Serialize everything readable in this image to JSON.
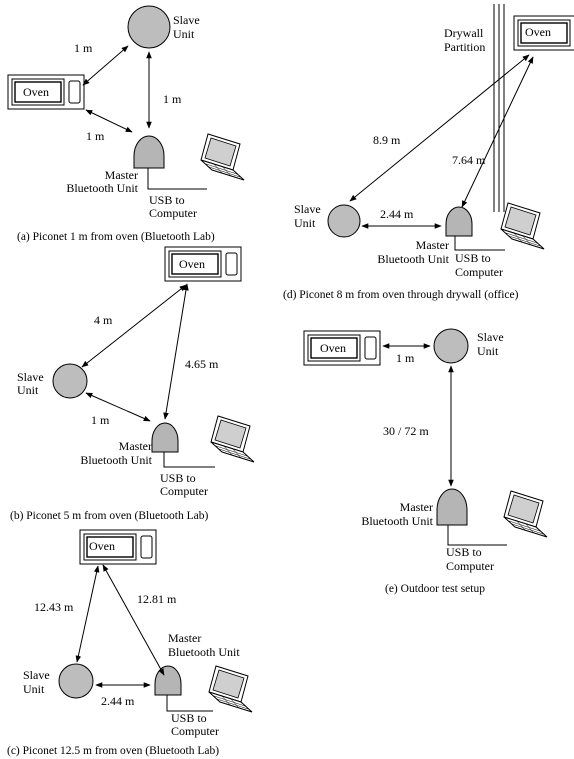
{
  "labels": {
    "oven": "Oven",
    "slave": [
      "Slave",
      "Unit"
    ],
    "master": [
      "Master",
      "Bluetooth Unit"
    ],
    "usb": [
      "USB to",
      "Computer"
    ],
    "drywall": [
      "Drywall",
      "Partition"
    ]
  },
  "panels": {
    "a": {
      "caption": "(a) Piconet 1 m from oven (Bluetooth Lab)",
      "oven_slave": "1 m",
      "slave_master": "1 m",
      "oven_master": "1 m"
    },
    "b": {
      "caption": "(b) Piconet 5 m from oven (Bluetooth Lab)",
      "oven_slave": "4 m",
      "oven_master": "4.65 m",
      "slave_master": "1 m"
    },
    "c": {
      "caption": "(c) Piconet 12.5 m from oven (Bluetooth Lab)",
      "oven_slave": "12.43 m",
      "oven_master": "12.81 m",
      "slave_master": "2.44 m"
    },
    "d": {
      "caption": "(d) Piconet 8 m from oven through drywall (office)",
      "oven_slave": "8.9 m",
      "oven_master": "7.64 m",
      "slave_master": "2.44 m"
    },
    "e": {
      "caption": "(e) Outdoor test setup",
      "oven_slave": "1 m",
      "slave_master": "30 / 72 m"
    }
  }
}
